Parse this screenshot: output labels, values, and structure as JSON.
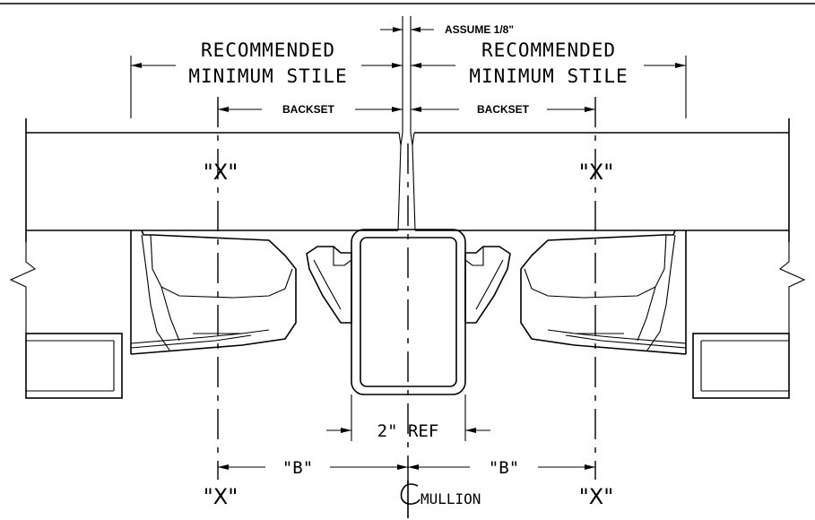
{
  "labels": {
    "assume": "ASSUME 1/8\"",
    "rec_left_1": "RECOMMENDED",
    "rec_left_2": "MINIMUM STILE",
    "rec_right_1": "RECOMMENDED",
    "rec_right_2": "MINIMUM STILE",
    "backset_left": "BACKSET",
    "backset_right": "BACKSET",
    "x_upper_left": "\"X\"",
    "x_upper_right": "\"X\"",
    "x_lower_left": "\"X\"",
    "x_lower_right": "\"X\"",
    "ref": "2\" REF",
    "b_left": "\"B\"",
    "b_right": "\"B\"",
    "mullion": "MULLION"
  }
}
